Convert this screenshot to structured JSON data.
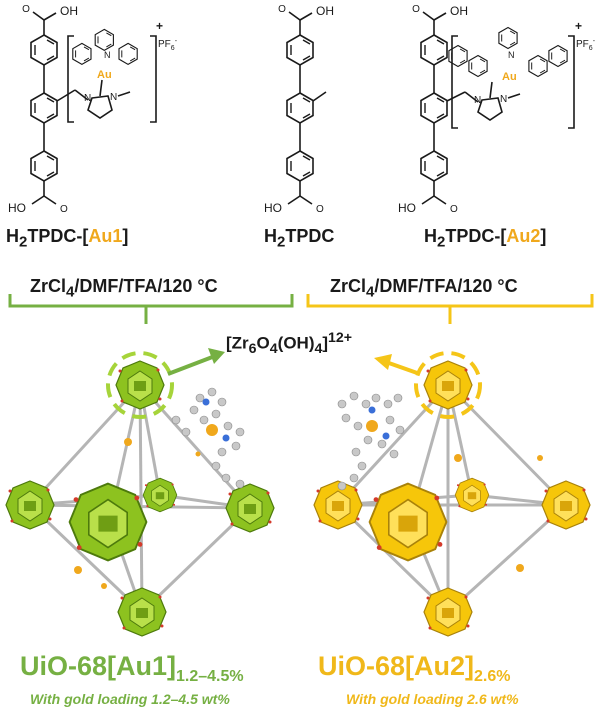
{
  "ligands": [
    {
      "name_prefix": "H",
      "name_sub": "2",
      "name_core": "TPDC-[",
      "name_complex": "Au1",
      "name_suffix": "]",
      "charge": "+",
      "counterion": "PF",
      "counterion_sub": "6",
      "counterion_sup": "-"
    },
    {
      "name_prefix": "H",
      "name_sub": "2",
      "name_core": "TPDC"
    },
    {
      "name_prefix": "H",
      "name_sub": "2",
      "name_core": "TPDC-[",
      "name_complex": "Au2",
      "name_suffix": "]",
      "charge": "+",
      "counterion": "PF",
      "counterion_sub": "6",
      "counterion_sup": "-"
    }
  ],
  "atoms": {
    "carboxyl_oh": "OH",
    "carboxyl_ho": "HO",
    "gold": "Au",
    "nitrogen": "N"
  },
  "conditions": {
    "left": {
      "pre": "ZrCl",
      "sub": "4",
      "post": "/DMF/TFA/120 °C"
    },
    "right": {
      "pre": "ZrCl",
      "sub": "4",
      "post": "/DMF/TFA/120 °C"
    }
  },
  "cluster": {
    "pre": "[Zr",
    "sub1": "6",
    "mid1": "O",
    "sub2": "4",
    "mid2": "(OH)",
    "sub3": "4",
    "mid3": "]",
    "sup": "12+"
  },
  "products": [
    {
      "name": "UiO-68[Au1]",
      "subscript": "1.2–4.5%",
      "loading": "With gold loading 1.2–4.5 wt%"
    },
    {
      "name": "UiO-68[Au2]",
      "subscript": "2.6%",
      "loading": "With gold loading 2.6 wt%"
    }
  ],
  "colors": {
    "green": "#76b043",
    "yellow": "#f5c518",
    "gold_atom": "#f0a81c",
    "bond": "#1a1a1a"
  }
}
